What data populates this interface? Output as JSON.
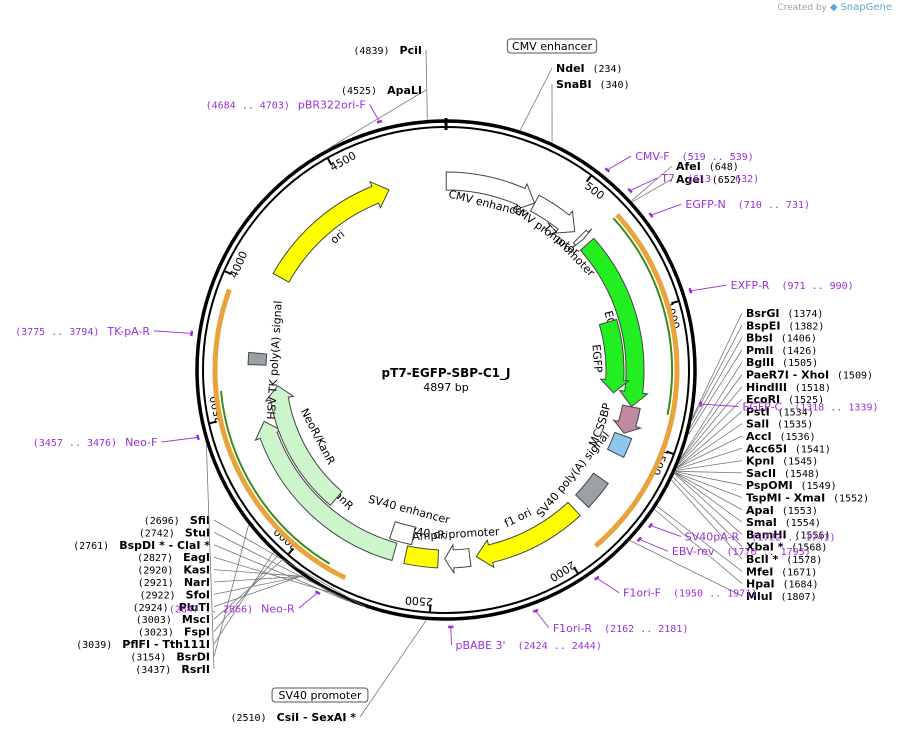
{
  "watermark": {
    "prefix": "Created by",
    "brand": "SnapGene"
  },
  "plasmid": {
    "name": "pT7-EGFP-SBP-C1_J",
    "length_label": "4897 bp",
    "length": 4897
  },
  "ticks": [
    {
      "bp": 500,
      "label": "500"
    },
    {
      "bp": 1000,
      "label": "1000"
    },
    {
      "bp": 1500,
      "label": "1500"
    },
    {
      "bp": 2000,
      "label": "2000"
    },
    {
      "bp": 2500,
      "label": "2500"
    },
    {
      "bp": 3000,
      "label": "3000"
    },
    {
      "bp": 3500,
      "label": "3500"
    },
    {
      "bp": 4000,
      "label": "4000"
    },
    {
      "bp": 4500,
      "label": "4500"
    }
  ],
  "features": [
    {
      "name": "CMV enhancer",
      "start": 1,
      "end": 380,
      "color": "#ffffff",
      "lane": 0,
      "dir": 1,
      "boxed_label": true
    },
    {
      "name": "CMV promoter",
      "start": 381,
      "end": 584,
      "color": "#ffffff",
      "lane": 0,
      "dir": 1
    },
    {
      "name": "T7 promoter",
      "start": 613,
      "end": 631,
      "color": "#ffffff",
      "lane": 0,
      "dir": 1
    },
    {
      "name": "EGFP",
      "start": 657,
      "end": 1376,
      "color": "#22ee22",
      "lane": 0,
      "dir": 1
    },
    {
      "name": "EGFP",
      "start": 1000,
      "end": 1330,
      "color": "#22ee22",
      "lane": 1,
      "dir": 1
    },
    {
      "name": "SBP",
      "start": 1377,
      "end": 1490,
      "color": "#c08aa0",
      "lane": 0,
      "dir": 1
    },
    {
      "name": "MCS",
      "start": 1500,
      "end": 1580,
      "color": "#8fc6ee",
      "lane": 0,
      "dir": 0
    },
    {
      "name": "SV40 poly(A) signal",
      "start": 1700,
      "end": 1822,
      "color": "#9aa2a8",
      "lane": 0,
      "dir": 0
    },
    {
      "name": "f1 ori",
      "start": 1868,
      "end": 2323,
      "color": "#ffff00",
      "lane": 0,
      "dir": 1
    },
    {
      "name": "AmpR promoter",
      "start": 2350,
      "end": 2454,
      "color": "#ffffff",
      "lane": 0,
      "dir": 1
    },
    {
      "name": "SV40 ori",
      "start": 2481,
      "end": 2616,
      "color": "#ffff00",
      "lane": 0,
      "dir": 0
    },
    {
      "name": "SV40 enhancer",
      "start": 2600,
      "end": 2700,
      "color": "#ffffff",
      "lane": 1,
      "dir": 0
    },
    {
      "name": "NeoR/KanR",
      "start": 2664,
      "end": 3458,
      "color": "#ccf5cc",
      "lane": 0,
      "dir": 1
    },
    {
      "name": "NeoR/KanR",
      "start": 3000,
      "end": 3600,
      "color": "#ccf5cc",
      "lane": 1,
      "dir": 1
    },
    {
      "name": "HSV TK poly(A) signal",
      "start": 3694,
      "end": 3742,
      "color": "#9aa2a8",
      "lane": 0,
      "dir": 0
    },
    {
      "name": "ori",
      "start": 4070,
      "end": 4658,
      "color": "#ffff00",
      "lane": 0,
      "dir": 1
    }
  ],
  "orange_arcs": [
    {
      "start": 650,
      "end": 1900
    },
    {
      "start": 2800,
      "end": 3950
    }
  ],
  "inner_primers": [
    {
      "start": 650,
      "end": 1380,
      "dir": 1
    },
    {
      "start": 2870,
      "end": 3600,
      "dir": -1
    }
  ],
  "enzymes": [
    {
      "name": "PciI",
      "pos": "(4839)",
      "bp": 4839,
      "side": "top"
    },
    {
      "name": "ApaLI",
      "pos": "(4525)",
      "bp": 4525,
      "side": "top"
    },
    {
      "name": "NdeI",
      "pos": "(234)",
      "bp": 234,
      "side": "top"
    },
    {
      "name": "SnaBI",
      "pos": "(340)",
      "bp": 340,
      "side": "top"
    },
    {
      "name": "AfeI",
      "pos": "(648)",
      "bp": 648,
      "side": "right"
    },
    {
      "name": "AgeI",
      "pos": "(652)",
      "bp": 652,
      "side": "right"
    },
    {
      "name": "BsrGI",
      "pos": "(1374)",
      "bp": 1374,
      "side": "right"
    },
    {
      "name": "BspEI",
      "pos": "(1382)",
      "bp": 1382,
      "side": "right"
    },
    {
      "name": "BbsI",
      "pos": "(1406)",
      "bp": 1406,
      "side": "right"
    },
    {
      "name": "PmlI",
      "pos": "(1426)",
      "bp": 1426,
      "side": "right"
    },
    {
      "name": "BglII",
      "pos": "(1505)",
      "bp": 1505,
      "side": "right"
    },
    {
      "name": "PaeR7I - XhoI",
      "pos": "(1509)",
      "bp": 1509,
      "side": "right"
    },
    {
      "name": "HindIII",
      "pos": "(1518)",
      "bp": 1518,
      "side": "right"
    },
    {
      "name": "EcoRI",
      "pos": "(1525)",
      "bp": 1525,
      "side": "right"
    },
    {
      "name": "PstI",
      "pos": "(1534)",
      "bp": 1534,
      "side": "right"
    },
    {
      "name": "SalI",
      "pos": "(1535)",
      "bp": 1535,
      "side": "right"
    },
    {
      "name": "AccI",
      "pos": "(1536)",
      "bp": 1536,
      "side": "right"
    },
    {
      "name": "Acc65I",
      "pos": "(1541)",
      "bp": 1541,
      "side": "right"
    },
    {
      "name": "KpnI",
      "pos": "(1545)",
      "bp": 1545,
      "side": "right"
    },
    {
      "name": "SacII",
      "pos": "(1548)",
      "bp": 1548,
      "side": "right"
    },
    {
      "name": "PspOMI",
      "pos": "(1549)",
      "bp": 1549,
      "side": "right"
    },
    {
      "name": "TspMI - XmaI",
      "pos": "(1552)",
      "bp": 1552,
      "side": "right"
    },
    {
      "name": "ApaI",
      "pos": "(1553)",
      "bp": 1553,
      "side": "right"
    },
    {
      "name": "SmaI",
      "pos": "(1554)",
      "bp": 1554,
      "side": "right"
    },
    {
      "name": "BamHI",
      "pos": "(1556)",
      "bp": 1556,
      "side": "right"
    },
    {
      "name": "XbaI *",
      "pos": "(1568)",
      "bp": 1568,
      "side": "right"
    },
    {
      "name": "BclI *",
      "pos": "(1578)",
      "bp": 1578,
      "side": "right"
    },
    {
      "name": "MfeI",
      "pos": "(1671)",
      "bp": 1671,
      "side": "right"
    },
    {
      "name": "HpaI",
      "pos": "(1684)",
      "bp": 1684,
      "side": "right"
    },
    {
      "name": "MluI",
      "pos": "(1807)",
      "bp": 1807,
      "side": "right"
    },
    {
      "name": "CsiI - SexAI *",
      "pos": "(2510)",
      "bp": 2510,
      "side": "bottom"
    },
    {
      "name": "SfiI",
      "pos": "(2696)",
      "bp": 2696,
      "side": "left"
    },
    {
      "name": "StuI",
      "pos": "(2742)",
      "bp": 2742,
      "side": "left"
    },
    {
      "name": "BspDI * - ClaI *",
      "pos": "(2761)",
      "bp": 2761,
      "side": "left"
    },
    {
      "name": "EagI",
      "pos": "(2827)",
      "bp": 2827,
      "side": "left"
    },
    {
      "name": "KasI",
      "pos": "(2920)",
      "bp": 2920,
      "side": "left"
    },
    {
      "name": "NarI",
      "pos": "(2921)",
      "bp": 2921,
      "side": "left"
    },
    {
      "name": "SfoI",
      "pos": "(2922)",
      "bp": 2922,
      "side": "left"
    },
    {
      "name": "PluTI",
      "pos": "(2924)",
      "bp": 2924,
      "side": "left"
    },
    {
      "name": "MscI",
      "pos": "(3003)",
      "bp": 3003,
      "side": "left"
    },
    {
      "name": "FspI",
      "pos": "(3023)",
      "bp": 3023,
      "side": "left"
    },
    {
      "name": "PflFI - Tth111I",
      "pos": "(3039)",
      "bp": 3039,
      "side": "left"
    },
    {
      "name": "BsrDI",
      "pos": "(3154)",
      "bp": 3154,
      "side": "left"
    },
    {
      "name": "RsrII",
      "pos": "(3437)",
      "bp": 3437,
      "side": "left"
    }
  ],
  "primers": [
    {
      "name": "pBR322ori-F",
      "range": "(4684 .. 4703)",
      "bp": 4693
    },
    {
      "name": "CMV-F",
      "range": "(519 .. 539)",
      "bp": 529
    },
    {
      "name": "T7",
      "range": "(613 .. 632)",
      "bp": 622
    },
    {
      "name": "EGFP-N",
      "range": "(710 .. 731)",
      "bp": 720
    },
    {
      "name": "EXFP-R",
      "range": "(971 .. 990)",
      "bp": 980
    },
    {
      "name": "EGFP-C",
      "range": "(1318 .. 1339)",
      "bp": 1328
    },
    {
      "name": "SV40pA-R",
      "range": "(1722 .. 1741)",
      "bp": 1731
    },
    {
      "name": "EBV-rev",
      "range": "(1776 .. 1795)",
      "bp": 1785
    },
    {
      "name": "F1ori-F",
      "range": "(1950 .. 1971)",
      "bp": 1960
    },
    {
      "name": "F1ori-R",
      "range": "(2162 .. 2181)",
      "bp": 2171
    },
    {
      "name": "pBABE 3'",
      "range": "(2424 .. 2444)",
      "bp": 2434
    },
    {
      "name": "Neo-R",
      "range": "(2847 .. 2866)",
      "bp": 2856
    },
    {
      "name": "Neo-F",
      "range": "(3457 .. 3476)",
      "bp": 3466
    },
    {
      "name": "TK-pA-R",
      "range": "(3775 .. 3794)",
      "bp": 3784
    }
  ],
  "boxed_labels": [
    {
      "text": "CMV enhancer"
    },
    {
      "text": "SV40 promoter"
    }
  ]
}
